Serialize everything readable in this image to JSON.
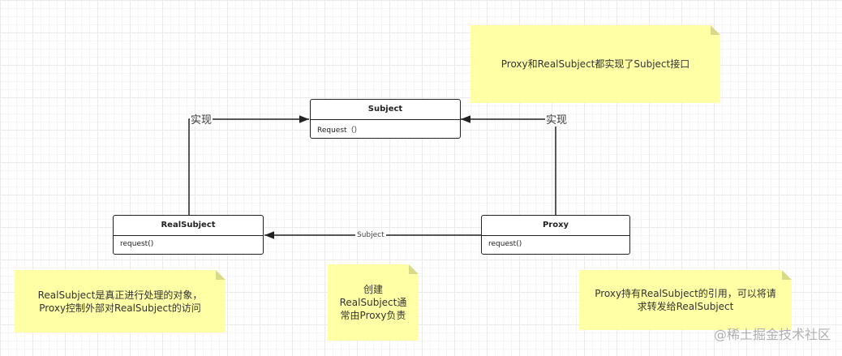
{
  "classes": {
    "subject": {
      "name": "Subject",
      "operation": "Request（）"
    },
    "real_subject": {
      "name": "RealSubject",
      "operation": "request()"
    },
    "proxy": {
      "name": "Proxy",
      "operation": "request()"
    }
  },
  "edges": {
    "real_impl_label": "实现",
    "proxy_impl_label": "实现",
    "assoc_label": "Subject"
  },
  "notes": {
    "top": "Proxy和RealSubject都实现了Subject接口",
    "left": "RealSubject是真正进行处理的对象，\nProxy控制外部对RealSubject的访问",
    "middle": "创建\nRealSubject通\n常由Proxy负责",
    "right": "Proxy持有RealSubject的引用，可以将请\n求转发给RealSubject"
  },
  "watermark": "@稀土掘金技术社区",
  "colors": {
    "note_fill": "#ffffa6",
    "line": "#222222"
  }
}
